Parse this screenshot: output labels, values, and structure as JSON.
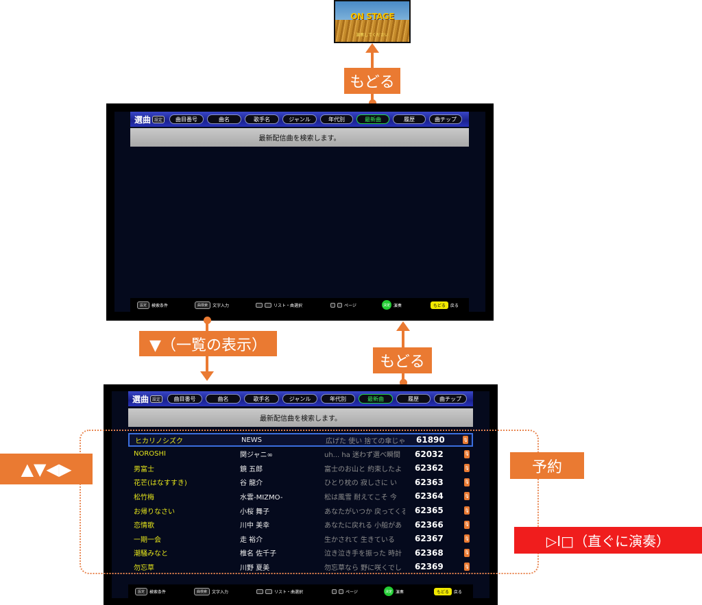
{
  "thumbnail": {
    "logo": "ON STAGE",
    "caption": "演奏してください"
  },
  "labels": {
    "back_top": "もどる",
    "list_view": "▼（一覧の表示）",
    "back_middle": "もどる",
    "arrows": "▲▼◀▶",
    "reserve": "予約",
    "play_now": "▷I□（直ぐに演奏）"
  },
  "screen": {
    "logo": "選曲",
    "logo_sub": "設定",
    "tabs": [
      "曲目番号",
      "曲名",
      "歌手名",
      "ジャンル",
      "年代別",
      "最新曲",
      "履歴",
      "曲チップ"
    ],
    "active_tab": "最新曲",
    "banner": "最新配信曲を検索します。",
    "footer": {
      "settings_key": "設定",
      "settings_label": "検索条件",
      "text_key": "曲検索",
      "text_label": "文字入力",
      "list_label": "リスト・曲選択",
      "page_label": "ページ",
      "play_key": "決定",
      "play_label": "演奏",
      "back_key": "もどる",
      "back_label": "戻る"
    }
  },
  "songs": [
    {
      "title": "ヒカリノシズク",
      "artist": "NEWS",
      "lyric": "広げた 使い 捨ての傘じゃ",
      "number": "61890"
    },
    {
      "title": "NOROSHI",
      "artist": "関ジャニ∞",
      "lyric": "uh... ha 迷わず選べ瞬間",
      "number": "62032"
    },
    {
      "title": "男富士",
      "artist": "鏡 五郎",
      "lyric": "富士のお山と 約束したよ",
      "number": "62362"
    },
    {
      "title": "花芒(はなすすき)",
      "artist": "谷 龍介",
      "lyric": "ひとり枕の 寂しさに い",
      "number": "62363"
    },
    {
      "title": "松竹梅",
      "artist": "水雲-MIZMO-",
      "lyric": "松は風雪 耐えてこそ 今",
      "number": "62364"
    },
    {
      "title": "お帰りなさい",
      "artist": "小桜 舞子",
      "lyric": "あなたがいつか 戻ってくる",
      "number": "62365"
    },
    {
      "title": "恋情歌",
      "artist": "川中 美幸",
      "lyric": "あなたに戻れる 小船があ",
      "number": "62366"
    },
    {
      "title": "一期一会",
      "artist": "走 裕介",
      "lyric": "生かされて 生きている",
      "number": "62367"
    },
    {
      "title": "潮騒みなと",
      "artist": "椎名 佐千子",
      "lyric": "泣き泣き手を振った 時計",
      "number": "62368"
    },
    {
      "title": "勿忘草",
      "artist": "川野 夏美",
      "lyric": "勿忘草なら 野に咲くでし",
      "number": "62369"
    }
  ]
}
